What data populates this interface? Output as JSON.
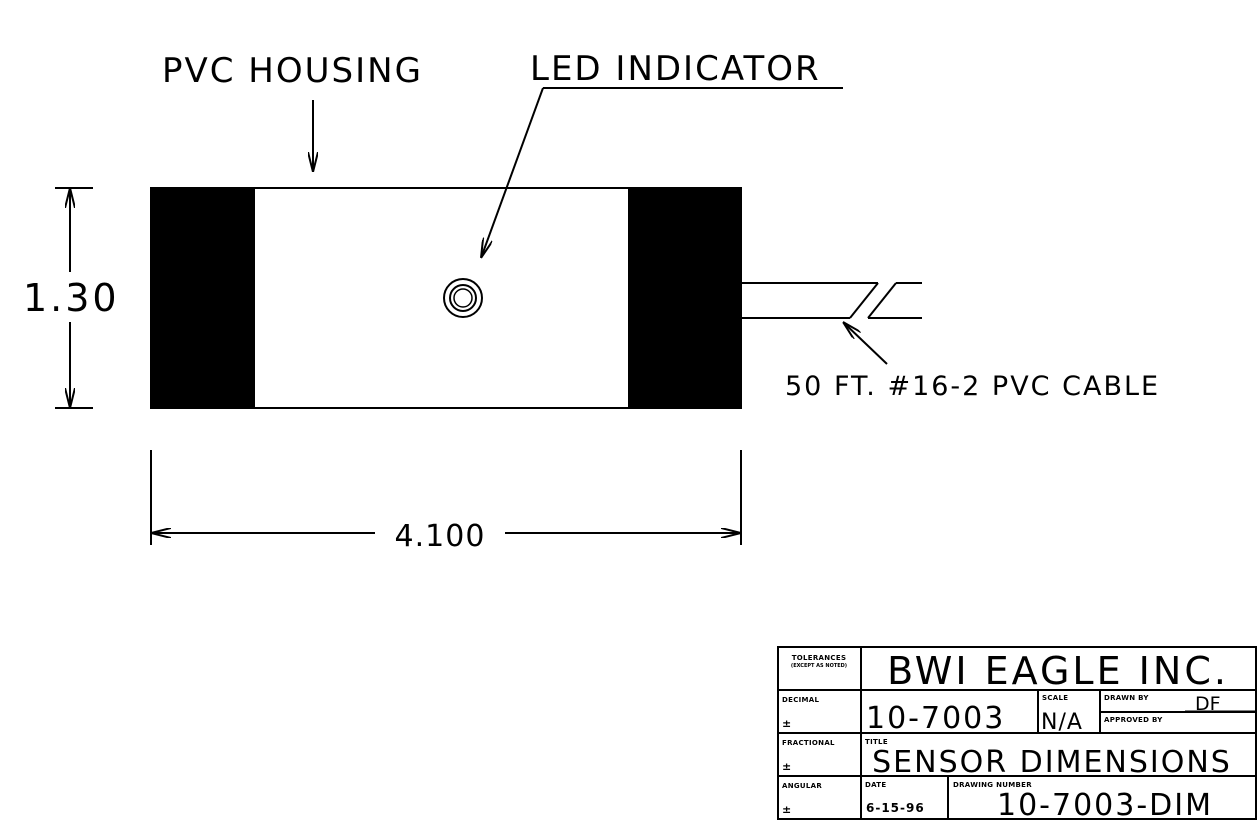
{
  "labels": {
    "pvc_housing": "PVC HOUSING",
    "led_indicator": "LED INDICATOR",
    "height_dim": "1.30",
    "width_dim": "4.100",
    "cable": "50 FT. #16-2 PVC CABLE"
  },
  "title_block": {
    "tolerances": "TOLERANCES",
    "tolerances_note": "(EXCEPT AS NOTED)",
    "decimal": "DECIMAL",
    "decimal_value": "±",
    "fractional": "FRACTIONAL",
    "fractional_value": "±",
    "angular": "ANGULAR",
    "angular_value": "±",
    "company": "BWI EAGLE INC.",
    "part_number": "10-7003",
    "scale_label": "SCALE",
    "scale_value": "N/A",
    "drawn_by_label": "DRAWN BY",
    "drawn_by_value": "DF",
    "approved_by_label": "APPROVED BY",
    "approved_by_value": "",
    "title_label": "TITLE",
    "title_value": "SENSOR DIMENSIONS",
    "date_label": "DATE",
    "date_value": "6-15-96",
    "drawing_number_label": "DRAWING NUMBER",
    "drawing_number_value": "10-7003-DIM"
  }
}
